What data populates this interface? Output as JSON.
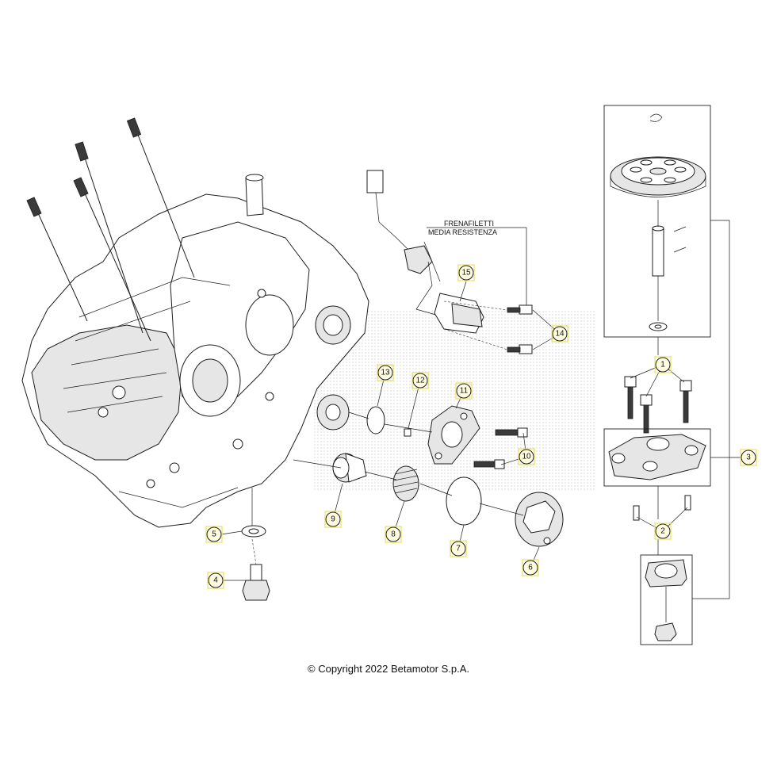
{
  "note": {
    "line1": "FRENAFILETTI",
    "line2": "MEDIA RESISTENZA"
  },
  "callouts": [
    "1",
    "2",
    "3",
    "4",
    "5",
    "6",
    "7",
    "8",
    "9",
    "10",
    "11",
    "12",
    "13",
    "14",
    "15"
  ],
  "copyright": "© Copyright 2022 Betamotor S.p.A.",
  "colors": {
    "callout_fill": "#fffbe0",
    "callout_highlight": "#e8e25a",
    "line": "#1d1d1d"
  }
}
